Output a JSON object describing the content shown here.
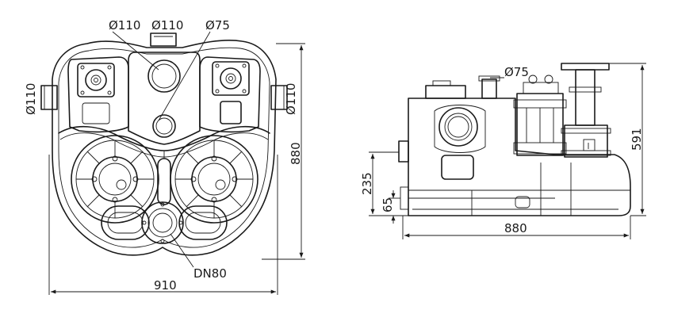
{
  "front_view": {
    "labels": {
      "inlet_top_left": "Ø110",
      "inlet_top_center": "Ø110",
      "inlet_top_right": "Ø75",
      "inlet_side_left": "Ø110",
      "inlet_side_right": "Ø110",
      "height": "880",
      "width": "910",
      "outlet": "DN80"
    }
  },
  "side_view": {
    "labels": {
      "vent": "Ø75",
      "height": "591",
      "inlet_height": "235",
      "base_height": "65",
      "length": "880"
    }
  }
}
